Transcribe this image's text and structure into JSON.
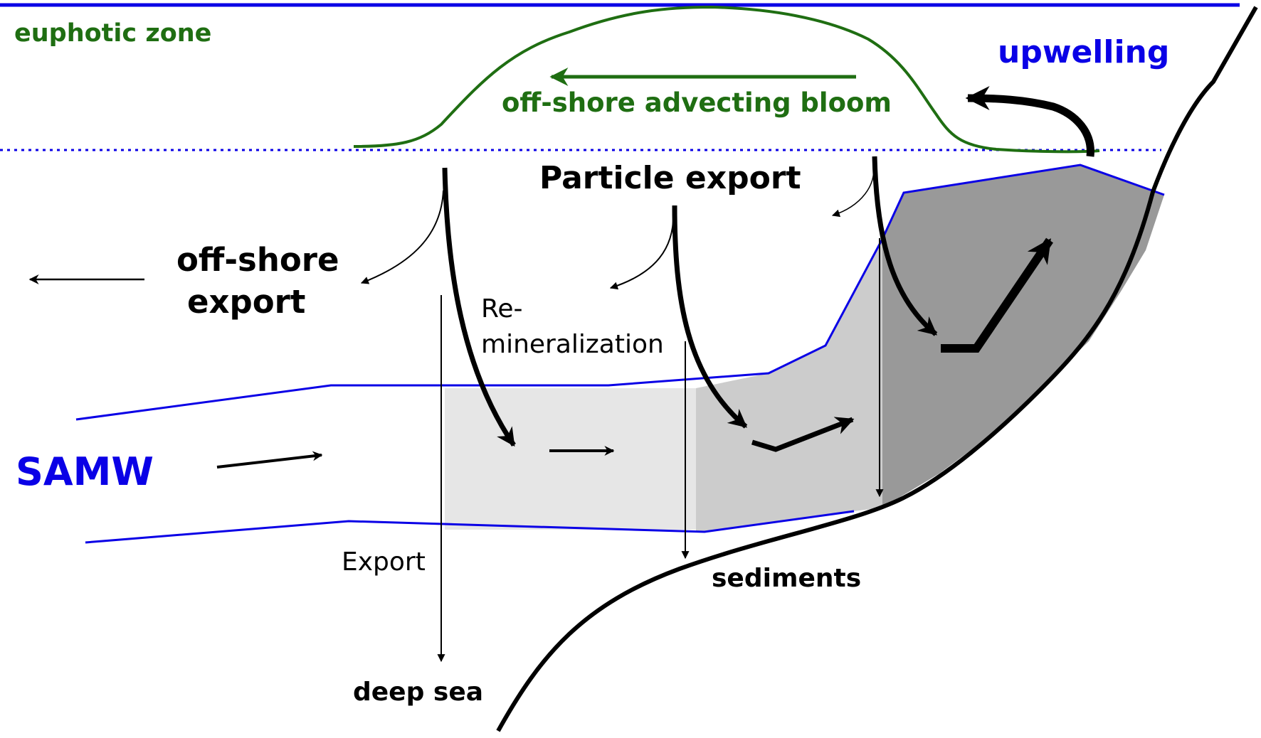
{
  "labels": {
    "euphotic_zone": "euphotic zone",
    "upwelling": "upwelling",
    "bloom": "off-shore advecting bloom",
    "particle_export": "Particle export",
    "offshore_export_line1": "off-shore",
    "offshore_export_line2": "export",
    "remin_line1": "Re-",
    "remin_line2": "mineralization",
    "samw": "SAMW",
    "export": "Export",
    "sediments": "sediments",
    "deep_sea": "deep sea"
  },
  "colors": {
    "water_mass_line": "#0a00e6",
    "bloom_green": "#1f6e12",
    "samw_offshore_fill": "#e6e6e6",
    "samw_mid_fill": "#cccccc",
    "samw_slope_fill": "#999999",
    "arrows": "#000000"
  }
}
